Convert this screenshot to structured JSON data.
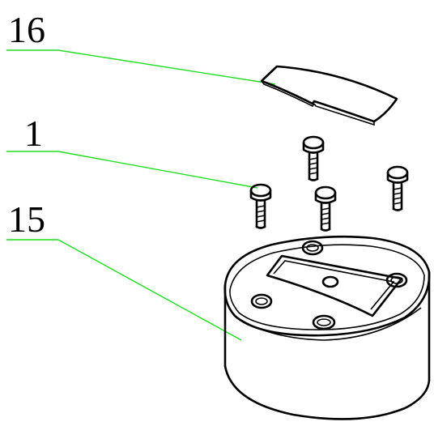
{
  "labels": {
    "part_16": "16",
    "part_1": "1",
    "part_15": "15"
  },
  "colors": {
    "leader_line": "#22dd22",
    "outline": "#000000",
    "background": "#ffffff"
  }
}
